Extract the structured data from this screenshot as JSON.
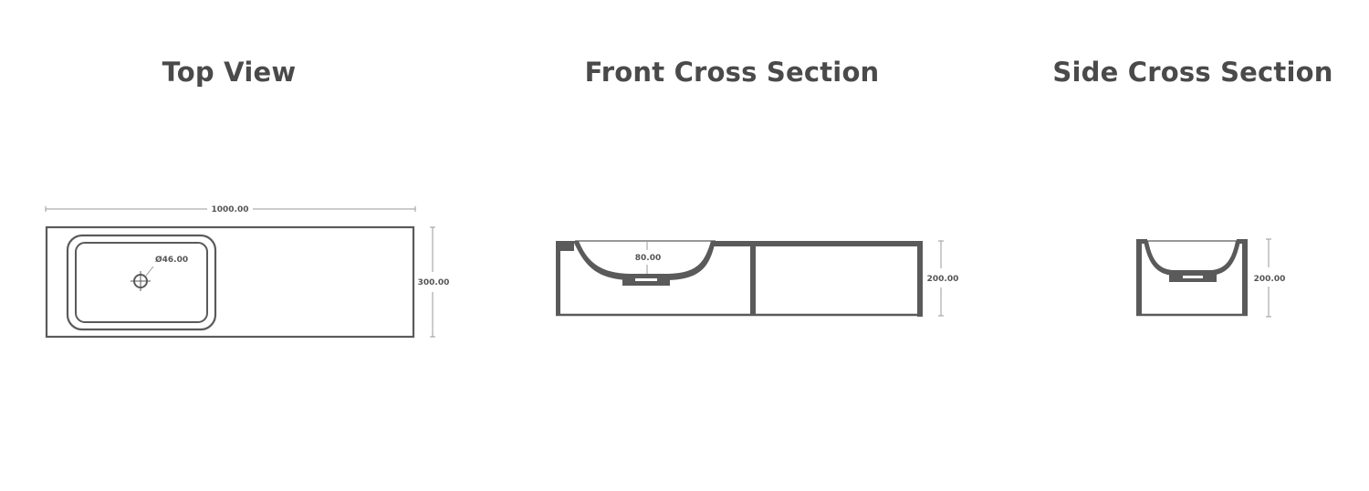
{
  "titles": {
    "top_view": "Top View",
    "front_cross_section": "Front Cross Section",
    "side_cross_section": "Side Cross Section"
  },
  "dimensions": {
    "top_length": "1000.00",
    "top_width": "300.00",
    "drain_diameter": "Ø46.00",
    "front_basin_depth": "80.00",
    "front_height": "200.00",
    "side_height": "200.00"
  },
  "colors": {
    "outline": "#5a5a5a",
    "dimension_line": "#999999",
    "text": "#4a4a4a"
  }
}
